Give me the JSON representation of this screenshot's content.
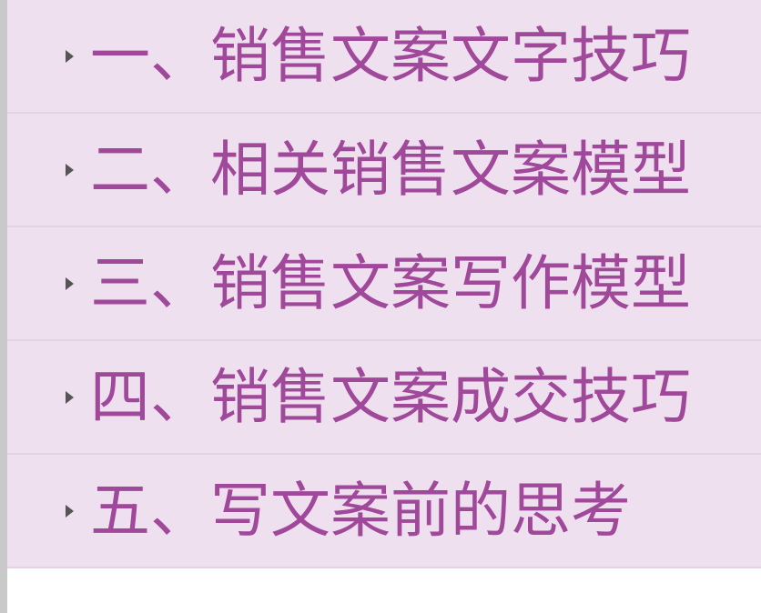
{
  "menu": {
    "items": [
      {
        "label": "一、销售文案文字技巧"
      },
      {
        "label": "二、相关销售文案模型"
      },
      {
        "label": "三、销售文案写作模型"
      },
      {
        "label": "四、销售文案成交技巧"
      },
      {
        "label": "五、写文案前的思考"
      }
    ]
  },
  "colors": {
    "item_background": "#efe0ef",
    "item_text": "#a0489a",
    "arrow": "#555555",
    "left_rule": "#c9c9c9"
  },
  "icons": {
    "item_marker": "triangle-right-icon"
  }
}
